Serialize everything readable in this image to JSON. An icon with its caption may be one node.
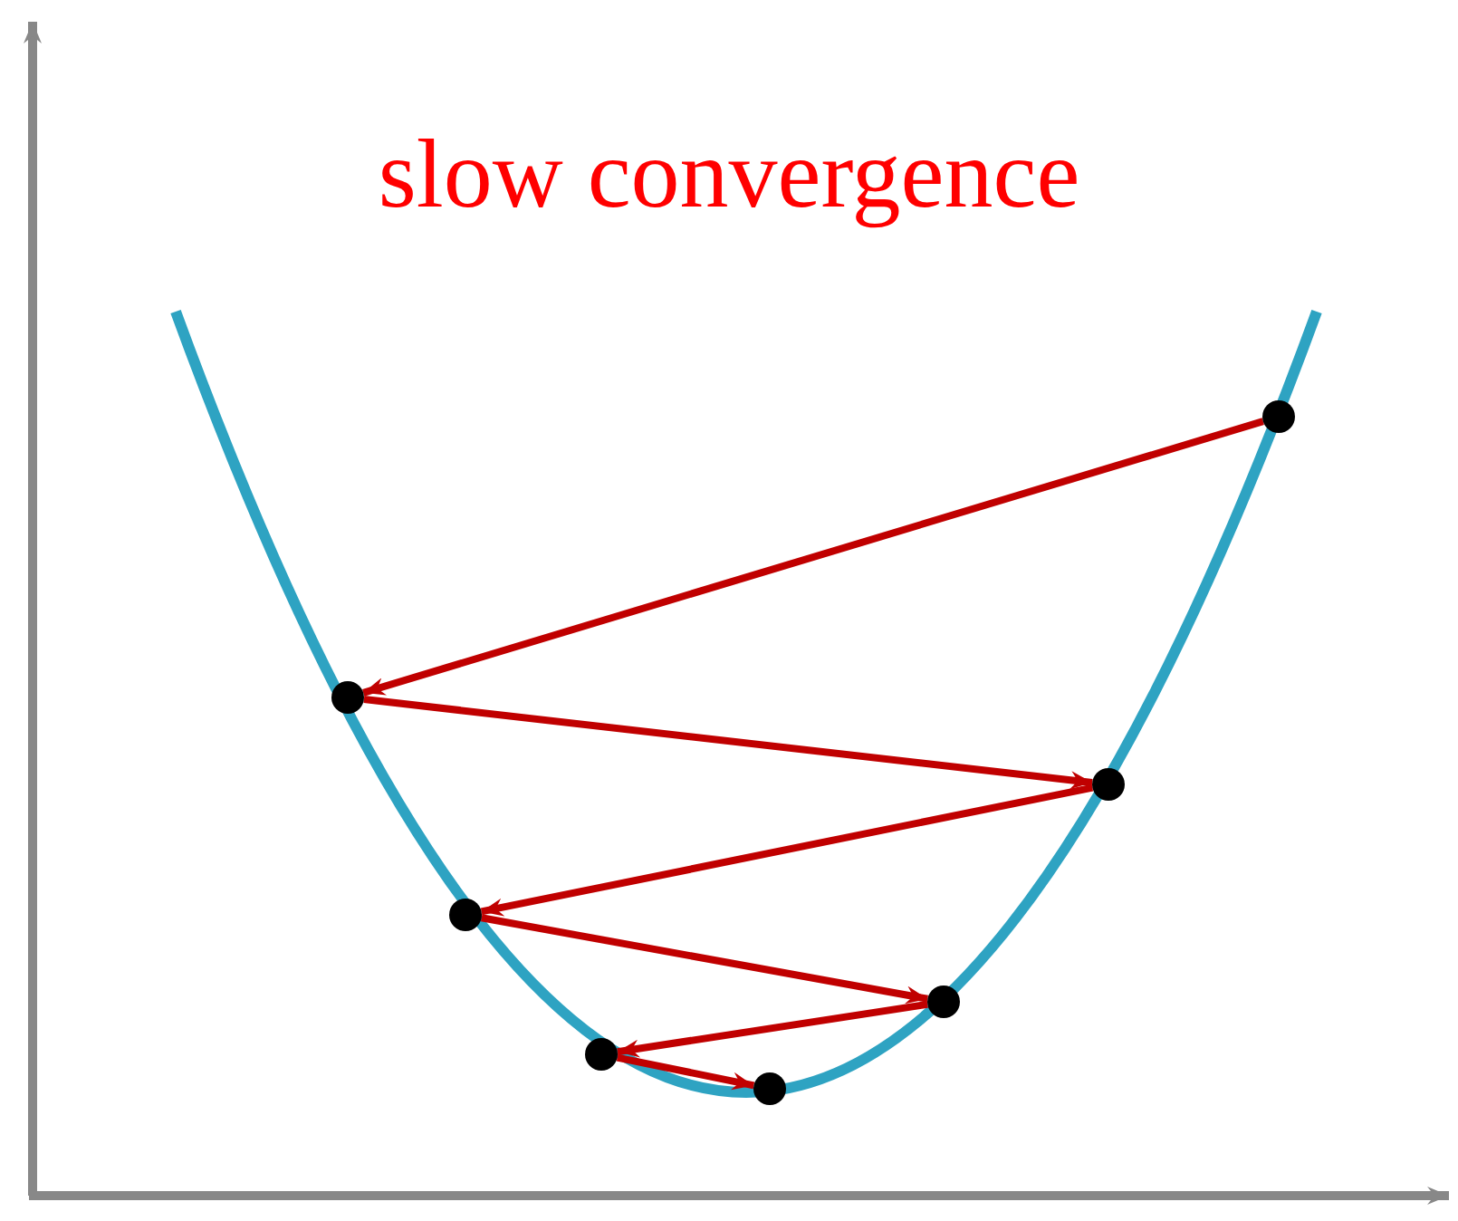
{
  "diagram": {
    "title": "slow convergence",
    "nodes": [
      {
        "text": [],
        "shape": "circle"
      },
      {
        "text": [],
        "shape": "circle"
      },
      {
        "text": [],
        "shape": "circle"
      },
      {
        "text": [],
        "shape": "circle"
      },
      {
        "text": [],
        "shape": "circle"
      },
      {
        "text": [],
        "shape": "circle"
      },
      {
        "text": [],
        "shape": "circle"
      }
    ],
    "edges": [
      {
        "from": 6,
        "to": 0,
        "arrow": "to"
      },
      {
        "from": 0,
        "to": 5,
        "arrow": "to"
      },
      {
        "from": 5,
        "to": 1,
        "arrow": "to"
      },
      {
        "from": 1,
        "to": 4,
        "arrow": "to"
      },
      {
        "from": 4,
        "to": 2,
        "arrow": "to"
      },
      {
        "from": 2,
        "to": 3,
        "arrow": "to"
      }
    ]
  }
}
